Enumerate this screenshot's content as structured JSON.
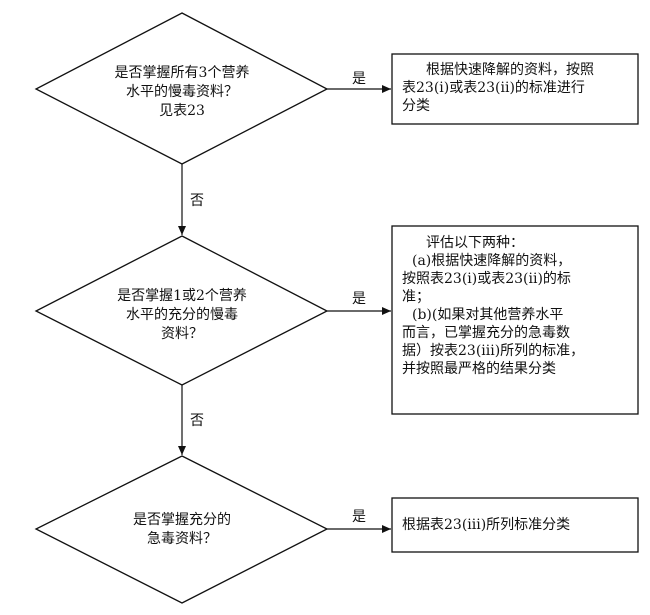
{
  "decisions": [
    {
      "lines": [
        "是否掌握所有3个营养",
        "水平的慢毒资料？",
        "见表23"
      ]
    },
    {
      "lines": [
        "是否掌握1或2个营养",
        "水平的充分的慢毒",
        "资料？"
      ]
    },
    {
      "lines": [
        "是否掌握充分的",
        "急毒资料？"
      ]
    }
  ],
  "yes_labels": [
    "是",
    "是",
    "是"
  ],
  "no_labels": [
    "否",
    "否"
  ],
  "outcomes": [
    {
      "lines": [
        "根据快速降解的资料，按照",
        "表23(i)或表23(ii)的标准进行",
        "分类"
      ]
    },
    {
      "lines": [
        "评估以下两种：",
        "(a)根据快速降解的资料，",
        "按照表23(i)或表23(ii)的标",
        "准；",
        "(b)(如果对其他营养水平",
        "而言，已掌握充分的急毒数",
        "据）按表23(iii)所列的标准，",
        "并按照最严格的结果分类"
      ]
    },
    {
      "lines": [
        "根据表23(iii)所列标准分类"
      ]
    }
  ]
}
